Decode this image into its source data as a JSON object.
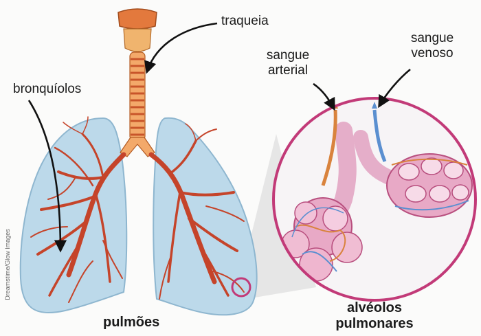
{
  "labels": {
    "trachea": "traqueia",
    "bronchioles": "bronquíolos",
    "arterial_line1": "sangue",
    "arterial_line2": "arterial",
    "venous_line1": "sangue",
    "venous_line2": "venoso",
    "lungs": "pulmões",
    "alveoli_line1": "alvéolos",
    "alveoli_line2": "pulmonares"
  },
  "credit": "Dreamstime/Glow Images",
  "colors": {
    "lung_fill": "#bcd9ea",
    "lung_edge": "#8eb6cf",
    "bronchi": "#c5442a",
    "trachea": "#e3793d",
    "magnifier_ring": "#c23a78",
    "alveoli": "#e8a9c6",
    "vein_blue": "#5b8fd0"
  }
}
